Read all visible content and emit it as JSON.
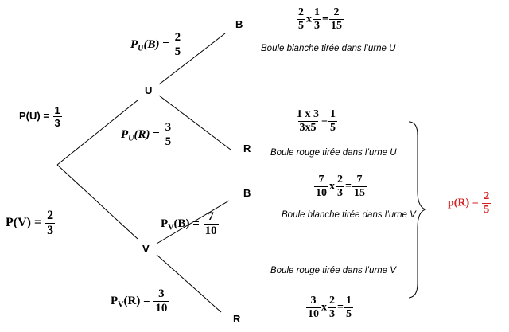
{
  "tree": {
    "nodes": {
      "U": "U",
      "V": "V",
      "B_top": "B",
      "R_u": "R",
      "B_v": "B",
      "R_bottom": "R"
    },
    "first_level": {
      "U": {
        "lhs": "P(U) =",
        "num": "1",
        "den": "3"
      },
      "V": {
        "lhs": "P(V) =",
        "num": "2",
        "den": "3"
      }
    },
    "branches": {
      "PU_B": {
        "p": "P",
        "sub": "U",
        "arg": "(B)",
        "eq": "=",
        "num": "2",
        "den": "5"
      },
      "PU_R": {
        "p": "P",
        "sub": "U",
        "arg": "(R)",
        "eq": "=",
        "num": "3",
        "den": "5"
      },
      "PV_B": {
        "p": "P",
        "sub": "V",
        "arg": "(B)",
        "eq": "=",
        "num": "7",
        "den": "10"
      },
      "PV_R": {
        "p": "P",
        "sub": "V",
        "arg": "(R)",
        "eq": "=",
        "num": "3",
        "den": "10"
      }
    }
  },
  "results": {
    "r1": {
      "a_num": "2",
      "a_den": "5",
      "op": "x",
      "b_num": "1",
      "b_den": "3",
      "eq": "=",
      "c_num": "2",
      "c_den": "15",
      "caption": "Boule blanche tirée dans l’urne  U"
    },
    "r2": {
      "a_num": "1 x 3",
      "a_den": "3x5",
      "eq": "=",
      "c_num": "1",
      "c_den": "5",
      "caption": "Boule rouge tirée dans l’urne U"
    },
    "r3": {
      "a_num": "7",
      "a_den": "10",
      "op": "x",
      "b_num": "2",
      "b_den": "3",
      "eq": "=",
      "c_num": "7",
      "c_den": "15",
      "caption": "Boule blanche tirée dans l’urne V"
    },
    "r4": {
      "caption": "Boule rouge tirée dans l’urne V",
      "a_num": "3",
      "a_den": "10",
      "op": "x",
      "b_num": "2",
      "b_den": "3",
      "eq": "=",
      "c_num": "1",
      "c_den": "5"
    }
  },
  "total": {
    "lhs": "p(R) =",
    "num": "2",
    "den": "5",
    "color": "#d62020"
  }
}
